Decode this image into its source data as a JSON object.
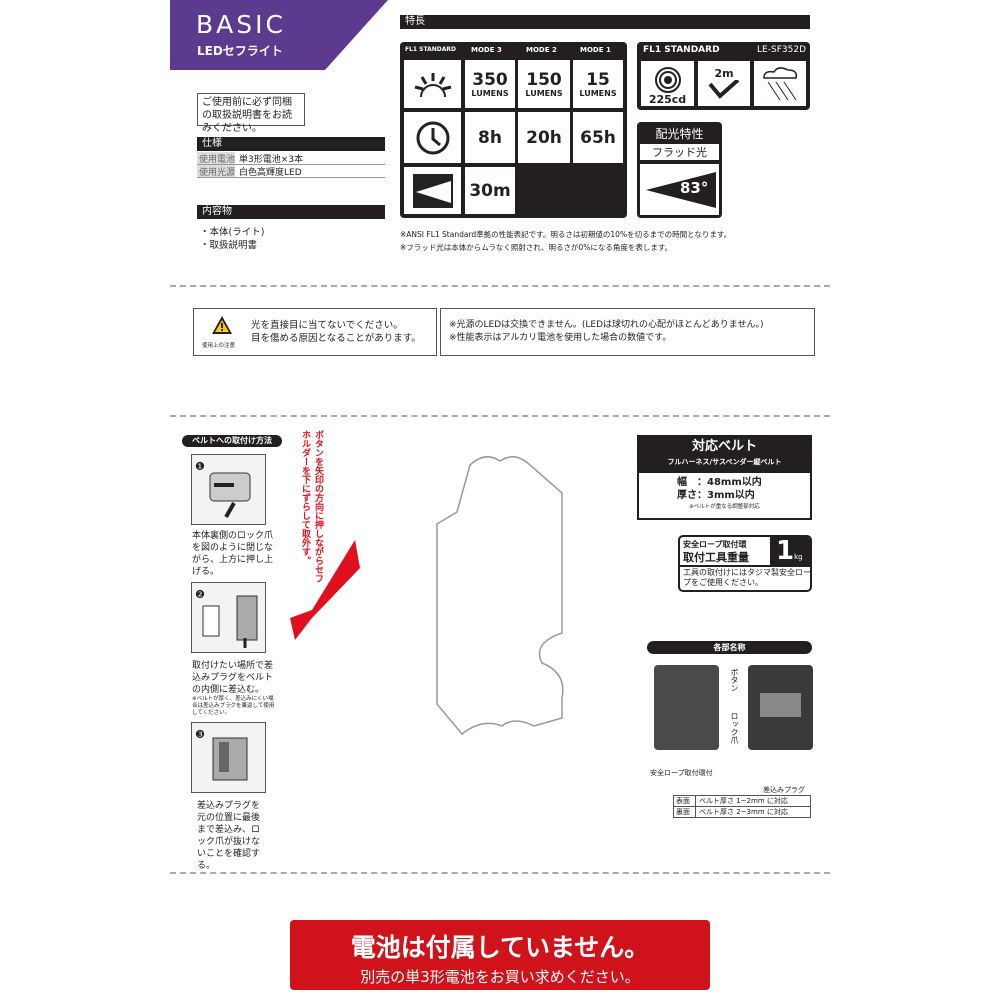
{
  "brand": {
    "name": "BASIC",
    "product": "LEDセフライト",
    "color": "#5b3a8f"
  },
  "note": "ご使用前に必ず同梱の取扱説明書をお読みください。",
  "spec": {
    "title": "仕様",
    "rows": [
      {
        "label": "使用電池",
        "value": "単3形電池×3本"
      },
      {
        "label": "使用光源",
        "value": "白色高輝度LED"
      }
    ]
  },
  "contents": {
    "title": "内容物",
    "items": [
      "・本体(ライト)",
      "・取扱説明書"
    ]
  },
  "features": {
    "title": "特長",
    "table": {
      "headers": [
        "FL1 STANDARD",
        "MODE 3",
        "MODE 2",
        "MODE 1"
      ],
      "lumens": [
        {
          "value": "350",
          "unit": "LUMENS"
        },
        {
          "value": "150",
          "unit": "LUMENS"
        },
        {
          "value": "15",
          "unit": "LUMENS"
        }
      ],
      "runtime": [
        "8h",
        "20h",
        "65h"
      ],
      "distance": "30m"
    },
    "fl1": {
      "title": "FL1 STANDARD",
      "model": "LE-SF352D",
      "intensity": "225cd",
      "impact": "2m"
    },
    "beam": {
      "title": "配光特性",
      "type": "フラッド光",
      "angle": "83°"
    },
    "footnotes": [
      "※ANSI FL1 Standard準拠の性能表記です。明るさは初期値の10%を切るまでの時間となります。",
      "※フラッド光は本体からムラなく照射され、明るさが0%になる角度を表します。"
    ]
  },
  "warning": {
    "label": "使用上の注意",
    "lines": [
      "光を直接目に当てないでください。",
      "目を傷める原因となることがあります。"
    ]
  },
  "notices": [
    "※光源のLEDは交換できません。(LEDは球切れの心配がほとんどありません。)",
    "※性能表示はアルカリ電池を使用した場合の数値です。"
  ],
  "mounting": {
    "title": "ベルトへの取付け方法",
    "steps": [
      {
        "num": "❶",
        "text": "本体裏側のロック爪を図のように閉じながら、上方に押し上げる。"
      },
      {
        "num": "❷",
        "text": "取付けたい場所で差込みプラグをベルトの内側に差込む。",
        "note": "※ベルトが厚く、差込みにくい場合は差込みプラグを裏返して使用してください。"
      },
      {
        "num": "❸",
        "text": "差込みプラグを元の位置に最後まで差込み、ロック爪が抜けないことを確認する。"
      }
    ],
    "removal": "ボタンを矢印の方向に押しながらセフホルダーを下にずらして取外す。"
  },
  "belt": {
    "title": "対応ベルト",
    "subtitle": "フルハーネス/サスペンダー縦ベルト",
    "width": "幅　：48mm以内",
    "thickness": "厚さ：3mm以内",
    "note": "※ベルトが重なる調整部対応"
  },
  "weight": {
    "line1": "安全ロープ取付環",
    "line2": "取付工具重量",
    "value": "1",
    "unit": "kg",
    "note": "工具の取付けにはタジマ製安全ロープをご使用ください。"
  },
  "parts": {
    "title": "各部名称",
    "button": "ボタン",
    "lock": "ロック爪",
    "ring": "安全ロープ取付環付",
    "plug": "差込みプラグ",
    "table": [
      {
        "side": "表面",
        "desc": "ベルト厚さ 1~2mm に対応"
      },
      {
        "side": "裏面",
        "desc": "ベルト厚さ 2~3mm に対応"
      }
    ]
  },
  "banner": {
    "title": "電池は付属していません。",
    "subtitle": "別売の単3形電池をお買い求めください。",
    "color": "#d0121b"
  }
}
